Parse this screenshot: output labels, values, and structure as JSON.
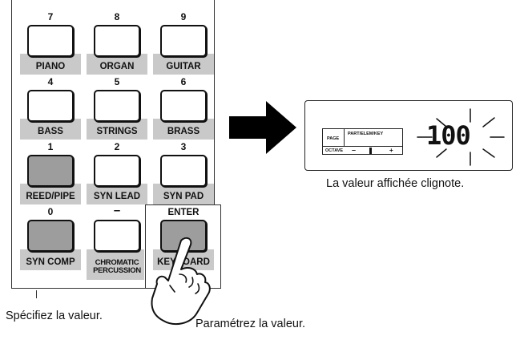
{
  "keypad": {
    "rows": [
      [
        {
          "number": "7",
          "label": "PIANO"
        },
        {
          "number": "8",
          "label": "ORGAN"
        },
        {
          "number": "9",
          "label": "GUITAR"
        }
      ],
      [
        {
          "number": "4",
          "label": "BASS"
        },
        {
          "number": "5",
          "label": "STRINGS"
        },
        {
          "number": "6",
          "label": "BRASS"
        }
      ],
      [
        {
          "number": "1",
          "label": "REED/PIPE"
        },
        {
          "number": "2",
          "label": "SYN LEAD"
        },
        {
          "number": "3",
          "label": "SYN PAD"
        }
      ],
      [
        {
          "number": "0",
          "label": "SYN COMP"
        },
        {
          "number": "–",
          "label": "CHROMATIC PERCUSSION"
        },
        {
          "number": "ENTER",
          "label": "KEYBOARD"
        }
      ]
    ]
  },
  "display": {
    "page_label": "PAGE",
    "part_label": "PART/ELEM/KEY",
    "octave_label": "OCTAVE",
    "minus": "–",
    "plus": "+",
    "value": "100"
  },
  "captions": {
    "blink": "La valeur affichée clignote.",
    "specify": "Spécifiez la valeur.",
    "set": "Paramétrez la valeur."
  },
  "colors": {
    "band": "#c9c9c9",
    "lit_button": "#9d9d9d"
  }
}
